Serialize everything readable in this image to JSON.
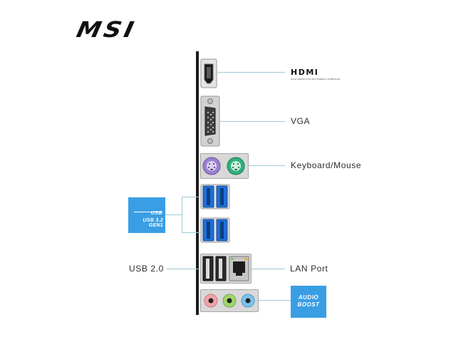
{
  "brand": {
    "logo_text": "MSI"
  },
  "labels": {
    "hdmi": "HDMI",
    "hdmi_sub": "HIGH-DEFINITION MULTIMEDIA INTERFACE",
    "vga": "VGA",
    "ps2": "Keyboard/Mouse",
    "usb2": "USB 2.0",
    "lan": "LAN Port"
  },
  "usb32_badge": {
    "line1": "USB",
    "line2": "USB 3.2 GEN1"
  },
  "audio_badge": {
    "line1": "AUDIO",
    "line2": "BOOST"
  },
  "colors": {
    "callout_line": "#9cc9d6",
    "badge_blue": "#3a9ee4",
    "usb3_blue": "#1f6fd6",
    "ps2_purple": "#9b7fd0",
    "ps2_green": "#2fb07a",
    "audio_pink": "#f0a3a8",
    "audio_green": "#9fd66c",
    "audio_blue": "#7cc4ef"
  }
}
